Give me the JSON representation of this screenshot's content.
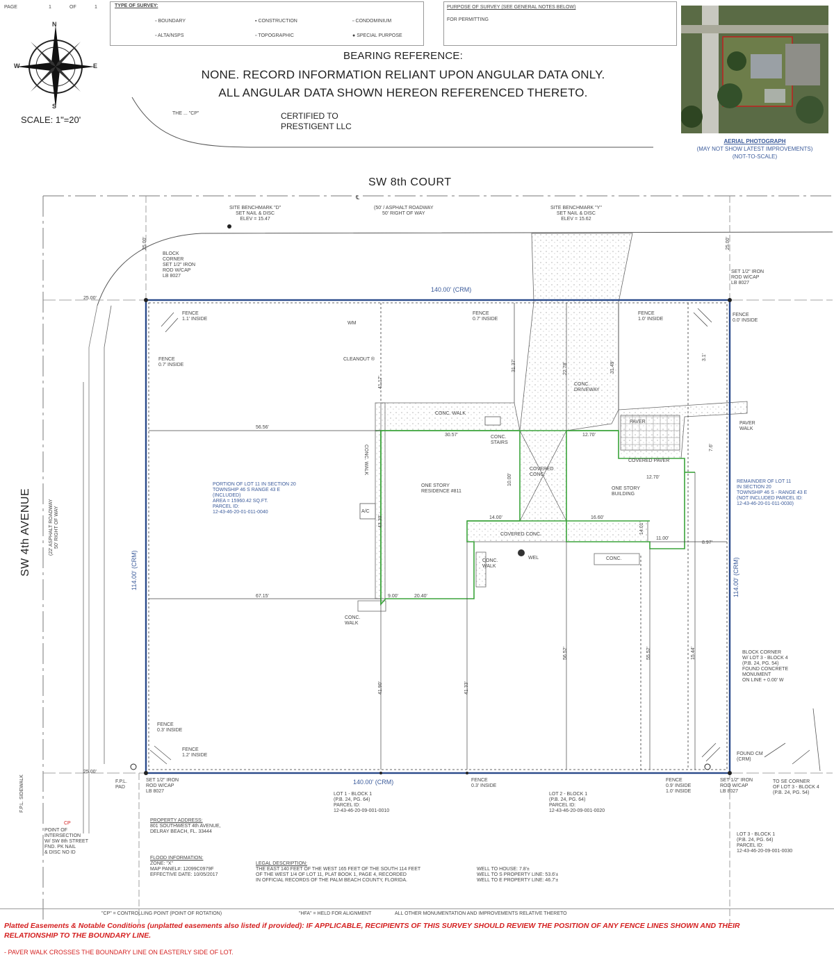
{
  "header": {
    "page_label": "PAGE",
    "page_num": "1",
    "of_label": "OF",
    "page_total": "1",
    "survey_type_label": "TYPE OF SURVEY:",
    "survey_types": [
      "BOUNDARY",
      "CONSTRUCTION",
      "CONDOMINIUM",
      "ALTA/NSPS",
      "TOPOGRAPHIC",
      "SPECIAL PURPOSE"
    ],
    "purpose_label": "PURPOSE OF SURVEY (SEE GENERAL NOTES BELOW)",
    "purpose_value": "FOR PERMITTING"
  },
  "compass": {
    "n": "N",
    "s": "S",
    "e": "E",
    "w": "W",
    "scale": "SCALE: 1\"=20'"
  },
  "bearing": {
    "line1": "BEARING REFERENCE:",
    "line2": "NONE. RECORD INFORMATION RELIANT UPON ANGULAR DATA ONLY.",
    "line3": "ALL ANGULAR DATA SHOWN HEREON REFERENCED THERETO."
  },
  "certified": {
    "line1": "CERTIFIED TO",
    "line2": "PRESTIGENT LLC"
  },
  "curve_label": "THE ... \"CP\"",
  "aerial": {
    "title": "AERIAL PHOTOGRAPH",
    "note1": "(MAY NOT SHOW LATEST IMPROVEMENTS)",
    "note2": "(NOT-TO-SCALE)"
  },
  "streets": {
    "north": "SW 8th COURT",
    "north_note1": "(50' / ASPHALT ROADWAY",
    "north_note2": "50' RIGHT OF WAY",
    "west": "SW 4th AVENUE",
    "west_note1": "(22' ASPHALT ROADWAY",
    "west_note2": "50' RIGHT OF WAY"
  },
  "benchmarks": {
    "left1": "SITE BENCHMARK \"D\"",
    "left2": "SET NAIL & DISC",
    "left3": "ELEV = 15.47",
    "right1": "SITE BENCHMARK \"Y\"",
    "right2": "SET NAIL & DISC",
    "right3": "ELEV = 15.62"
  },
  "dimensions": {
    "north": "140.00' (CRM)",
    "south": "140.00' (CRM)",
    "west": "114.00' (CRM)",
    "east": "114.00' (CRM)"
  },
  "labels": {
    "block_corner_nw": [
      "BLOCK",
      "CORNER",
      "SET 1/2\" IRON",
      "ROD W/CAP",
      "LB 8027"
    ],
    "set_iron_ne": [
      "SET 1/2\" IRON",
      "ROD W/CAP",
      "LB 8027"
    ],
    "fence_nw1": [
      "FENCE",
      "1.1' INSIDE"
    ],
    "fence_nw2": [
      "FENCE",
      "0.7' INSIDE"
    ],
    "fence_n": [
      "FENCE",
      "0.7' INSIDE"
    ],
    "fence_ne1": [
      "FENCE",
      "1.0' INSIDE"
    ],
    "fence_ne2": [
      "FENCE",
      "0.0' INSIDE"
    ],
    "wm": "WM",
    "cleanout": "CLEANOUT ®",
    "conc_walk": "CONC. WALK",
    "conc_stairs": [
      "CONC.",
      "STAIRS"
    ],
    "conc_driveway": [
      "CONC.",
      "DRIVEWAY"
    ],
    "paver": "PAVER",
    "paver_walk": [
      "PAVER",
      "WALK"
    ],
    "covered_paver": "COVERED PAVER",
    "covered_conc": [
      "COVERED",
      "CONC."
    ],
    "covered_conc2": "COVERED CONC.",
    "conc": "CONC.",
    "one_story_residence": [
      "ONE STORY",
      "RESIDENCE #811"
    ],
    "one_story_building": [
      "ONE STORY",
      "BUILDING"
    ],
    "conc_wall": "CONC. WALK",
    "conc_walk2": [
      "CONC.",
      "WALK"
    ],
    "conc_walk3": [
      "CONC.",
      "WALK"
    ],
    "well": "WEL",
    "ac": "A/C",
    "parcel_note": [
      "PORTION OF LOT 11 IN SECTION 20",
      "TOWNSHIP 46 S RANGE 43 E",
      "(INCLUDED)",
      "AREA = 15960.42 SQ.FT.",
      "PARCEL ID:",
      "12-43-46-20-01-011-0040"
    ],
    "remainder_note": [
      "REMAINDER OF LOT 11",
      "IN SECTION 20",
      "TOWNSHIP 46 S - RANGE 43 E",
      "(NOT INCLUDED PARCEL ID:",
      "12-43-46-20-01-011-0030)"
    ],
    "block_corner_se": [
      "BLOCK CORNER",
      "W/ LOT 3 - BLOCK 4",
      "(P.B. 24, PG. 54)",
      "FOUND CONCRETE",
      "MONUMENT",
      "ON LINE + 0.00' W"
    ],
    "fence_sw1": [
      "FENCE",
      "0.3' INSIDE"
    ],
    "fence_sw2": [
      "FENCE",
      "1.2' INSIDE"
    ],
    "fence_s": [
      "FENCE",
      "0.3' INSIDE"
    ],
    "fence_se": [
      "FENCE",
      "0.9' INSIDE",
      "1.0' INSIDE"
    ],
    "set_iron_sw": [
      "SET 1/2\" IRON",
      "ROD W/CAP",
      "LB 8027"
    ],
    "set_iron_se": [
      "SET 1/2\" IRON",
      "ROD W/CAP",
      "LB 8027"
    ],
    "se_corner": [
      "TO SE CORNER",
      "OF LOT 3 - BLOCK 4",
      "(P.B. 24, PG. 54)"
    ],
    "fpl_pad": [
      "F.P.L.",
      "PAD"
    ],
    "lot1": [
      "LOT 1 - BLOCK 1",
      "(P.B. 24, PG. 64)",
      "PARCEL ID:",
      "12-43-46-20-09-001-0010"
    ],
    "lot2": [
      "LOT 2 - BLOCK 1",
      "(P.B. 24, PG. 64)",
      "PARCEL ID:",
      "12-43-46-20-09-001-0020"
    ],
    "lot3": [
      "LOT 3 - BLOCK 1",
      "(P.B. 24, PG. 64)",
      "PARCEL ID:",
      "12-43-46-20-09-001-0030"
    ],
    "poi": [
      "POINT OF",
      "INTERSECTION",
      "W/ SW 8th STREET",
      "FND. PK NAIL",
      "& DISC NO ID"
    ],
    "cp": "CP",
    "found_cm": [
      "FOUND CM",
      "(CRM)"
    ],
    "fpl_sw": "F.P.L. SIDEWALK"
  },
  "measurements": [
    "25.00'",
    "25.00'",
    "25.00'",
    "25.00'",
    "56.56'",
    "30.57'",
    "12.70'",
    "41.17'",
    "31.37'",
    "22.78'",
    "31.49'",
    "67.15'",
    "20.40'",
    "9.00'",
    "41.90'",
    "41.33'",
    "43.33'",
    "56.52'",
    "55.52'",
    "15.44'",
    "8.97'",
    "11.00'",
    "16.60'",
    "14.00'",
    "12.70'",
    "14.01'",
    "10.00'",
    "7.6'",
    "3.1'"
  ],
  "property": {
    "addr_title": "PROPERTY ADDRESS:",
    "addr1": "801 SOUTHWEST 4th AVENUE,",
    "addr2": "DELRAY BEACH, FL. 33444"
  },
  "flood": {
    "title": "FLOOD INFORMATION:",
    "zone": "ZONE: \"X\"",
    "panel": "MAP PANEL#: 12099C0979F",
    "effective": "EFFECTIVE DATE: 10/05/2017"
  },
  "legal": {
    "title": "LEGAL DESCRIPTION:",
    "line1": "THE EAST 140 FEET OF THE WEST 165 FEET OF THE SOUTH 114 FEET",
    "line2": "OF THE WEST 1/4 OF LOT 11, PLAT BOOK 1, PAGE 4, RECORDED",
    "line3": "IN OFFICIAL RECORDS OF THE PALM BEACH COUNTY, FLORIDA."
  },
  "well_info": {
    "l1": "WELL TO HOUSE: 7.8'±",
    "l2": "WELL TO S PROPERTY LINE: 53.6'±",
    "l3": "WELL TO E PROPERTY LINE: 46.7'±"
  },
  "footer": {
    "legend1": "\"CP\" = CONTROLLING POINT (POINT OF ROTATION)",
    "legend2": "\"HFA\" = HELD FOR ALIGNMENT",
    "legend3": "ALL OTHER MONUMENTATION AND IMPROVEMENTS RELATIVE THERETO",
    "red1": "Platted Easements & Notable Conditions (unplatted easements also listed if provided): IF APPLICABLE, RECIPIENTS OF THIS SURVEY SHOULD REVIEW THE POSITION OF ANY FENCE LINES SHOWN AND THEIR",
    "red2": "RELATIONSHIP TO THE BOUNDARY LINE.",
    "red3": "- PAVER WALK CROSSES THE BOUNDARY LINE ON EASTERLY SIDE OF LOT."
  },
  "colors": {
    "boundary": "#2a4a8a",
    "improvement": "#3aa33a",
    "note_red": "#d42020",
    "dimension_blue": "#3a5a9a"
  }
}
